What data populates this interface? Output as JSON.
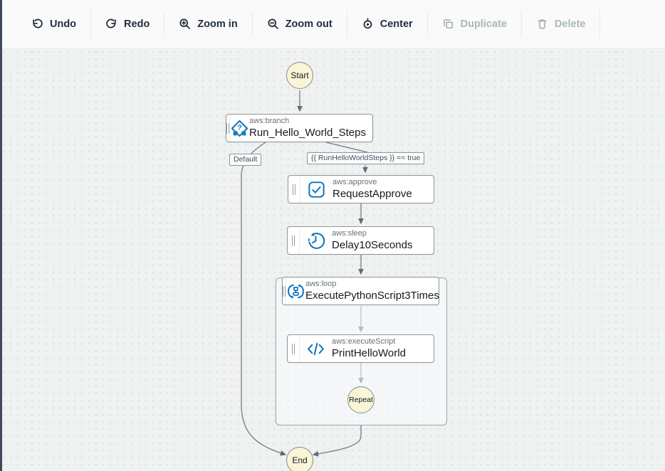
{
  "toolbar": {
    "buttons": [
      {
        "label": "Undo",
        "icon": "undo-icon",
        "enabled": true
      },
      {
        "label": "Redo",
        "icon": "redo-icon",
        "enabled": true
      },
      {
        "label": "Zoom in",
        "icon": "zoom-in-icon",
        "enabled": true
      },
      {
        "label": "Zoom out",
        "icon": "zoom-out-icon",
        "enabled": true
      },
      {
        "label": "Center",
        "icon": "center-icon",
        "enabled": true
      },
      {
        "label": "Duplicate",
        "icon": "duplicate-icon",
        "enabled": false
      },
      {
        "label": "Delete",
        "icon": "delete-icon",
        "enabled": false
      }
    ]
  },
  "canvas": {
    "terminals": {
      "start": "Start",
      "repeat": "Repeat",
      "end": "End"
    },
    "edge_labels": {
      "default_branch": "Default",
      "condition": "{{ RunHelloWorldSteps }} == true"
    },
    "nodes": [
      {
        "type": "aws:branch",
        "name": "Run_Hello_World_Steps",
        "icon": "branch-icon"
      },
      {
        "type": "aws:approve",
        "name": "RequestApprove",
        "icon": "approve-icon"
      },
      {
        "type": "aws:sleep",
        "name": "Delay10Seconds",
        "icon": "sleep-icon"
      },
      {
        "type": "aws:loop",
        "name": "ExecutePythonScript3Times",
        "icon": "loop-icon"
      },
      {
        "type": "aws:executeScript",
        "name": "PrintHelloWorld",
        "icon": "execute-script-icon"
      }
    ],
    "colors": {
      "accent_blue": "#0972bb",
      "terminal_fill": "#faf5d6",
      "edge": "#717d87",
      "canvas_bg": "#f0f1f1"
    }
  }
}
